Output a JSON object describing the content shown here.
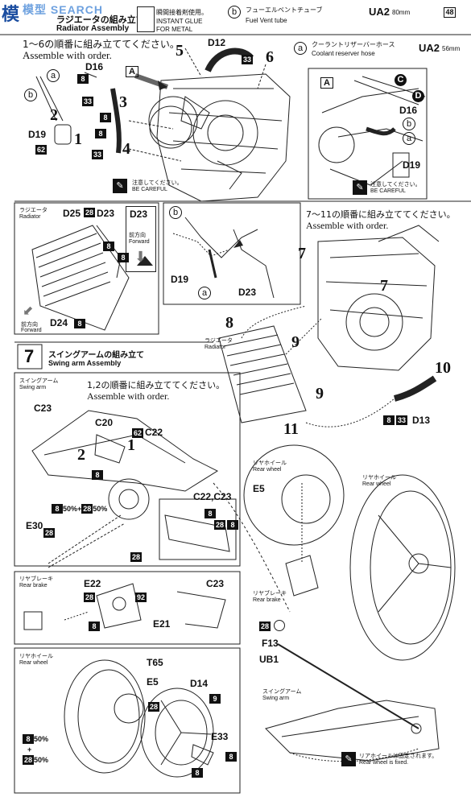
{
  "watermark": "模型 SEARCH",
  "watermark_logo": "模",
  "header": {
    "section_title_jp": "ラジエータの組み立て",
    "section_title_en": "Radiator Assembly",
    "glue_jp": "瞬間接着剤使用。",
    "glue_en_1": "INSTANT GLUE",
    "glue_en_2": "FOR METAL",
    "tube_b_jp": "フューエルベントチューブ",
    "tube_b_en": "Fuel Vent tube",
    "tube_b_code": "UA2",
    "tube_b_len": "80mm",
    "page_badge": "48",
    "tube_a_jp": "クーラントリザーバーホース",
    "tube_a_en": "Coolant reserver hose",
    "tube_a_code": "UA2",
    "tube_a_len": "56mm"
  },
  "step6": {
    "instruction_jp": "1～6の順番に組み立ててください。",
    "instruction_en": "Assemble with order.",
    "nums": [
      "1",
      "2",
      "3",
      "4",
      "5",
      "6"
    ],
    "parts": {
      "d12": "D12",
      "d16": "D16",
      "d19": "D19",
      "b33a": "33",
      "b33b": "33",
      "b8a": "8",
      "b8b": "8",
      "b62": "62",
      "b8c": "8"
    },
    "callout_a": "A",
    "careful_jp": "注意してください。",
    "careful_en": "BE CAREFUL",
    "circ_a": "a",
    "circ_b": "b"
  },
  "detailA": {
    "label": "A",
    "c": "C",
    "d": "D",
    "d16": "D16",
    "b": "b",
    "a": "a",
    "d19": "D19",
    "careful_jp": "注意してください。",
    "careful_en": "BE CAREFUL"
  },
  "radiator_box": {
    "title_jp": "ラジエータ",
    "title_en": "Radiator",
    "d25": "D25",
    "b28": "28",
    "d23": "D23",
    "d23b": "D23",
    "fwd_jp": "前方向",
    "fwd_en": "Forward",
    "fwd2_jp": "前方向",
    "fwd2_en": "Forward",
    "b8a": "8",
    "b8b": "8",
    "d24": "D24",
    "b8c": "8"
  },
  "hose_box": {
    "b": "b",
    "d19": "D19",
    "a": "a",
    "d23": "D23"
  },
  "step11": {
    "instruction_jp": "7～11の順番に組み立ててください。",
    "instruction_en": "Assemble with order.",
    "n7a": "7",
    "n7b": "7",
    "n8": "8",
    "n9a": "9",
    "n9b": "9",
    "n10": "10",
    "n11": "11",
    "rad_jp": "ラジエータ",
    "rad_en": "Radiator",
    "b8": "8",
    "b33": "33",
    "d13": "D13"
  },
  "step7": {
    "number": "7",
    "title_jp": "スイングアームの組み立て",
    "title_en": "Swing arm Assembly",
    "sub_jp": "スイングアーム",
    "sub_en": "Swing arm",
    "instruction_jp": "1,2の順番に組み立ててください。",
    "instruction_en": "Assemble with order.",
    "c23": "C23",
    "c20": "C20",
    "c22": "C22",
    "b62": "62",
    "n1": "1",
    "n2": "2",
    "b8": "8",
    "mix": "50%+",
    "mix_a": "8",
    "mix_b": "28",
    "mix_pct": "50%",
    "e30": "E30",
    "b28a": "28",
    "b28b": "28",
    "c22c23": "C22,C23",
    "b8d": "8",
    "b28c": "28",
    "b8e": "8"
  },
  "rear_brake": {
    "title_jp": "リヤブレーキ",
    "title_en": "Rear brake",
    "e22": "E22",
    "b28": "28",
    "b92": "92",
    "b8": "8",
    "e21": "E21",
    "c23": "C23"
  },
  "rear_wheel_small": {
    "title_jp": "リヤホイール",
    "title_en": "Rear wheel",
    "e5": "E5",
    "brake_jp": "リヤブレーキ",
    "brake_en": "Rear brake"
  },
  "rear_wheel_big": {
    "title_jp": "リヤホイール",
    "title_en": "Rear wheel"
  },
  "wheel_box": {
    "title_jp": "リヤホイール",
    "title_en": "Rear wheel",
    "t65": "T65",
    "e5": "E5",
    "d14": "D14",
    "b9": "9",
    "b28": "28",
    "mix1": "50%",
    "mix_plus": "+",
    "mix2": "50%",
    "mix_a": "8",
    "mix_b": "28",
    "e33": "E33",
    "b8a": "8",
    "b8b": "8"
  },
  "final": {
    "b28": "28",
    "f13": "F13",
    "ub1": "UB1",
    "swing_jp": "スイングアーム",
    "swing_en": "Swing arm",
    "fixed_jp": "リアホイールは固定されます。",
    "fixed_en": "Rear wheel is fixed."
  }
}
